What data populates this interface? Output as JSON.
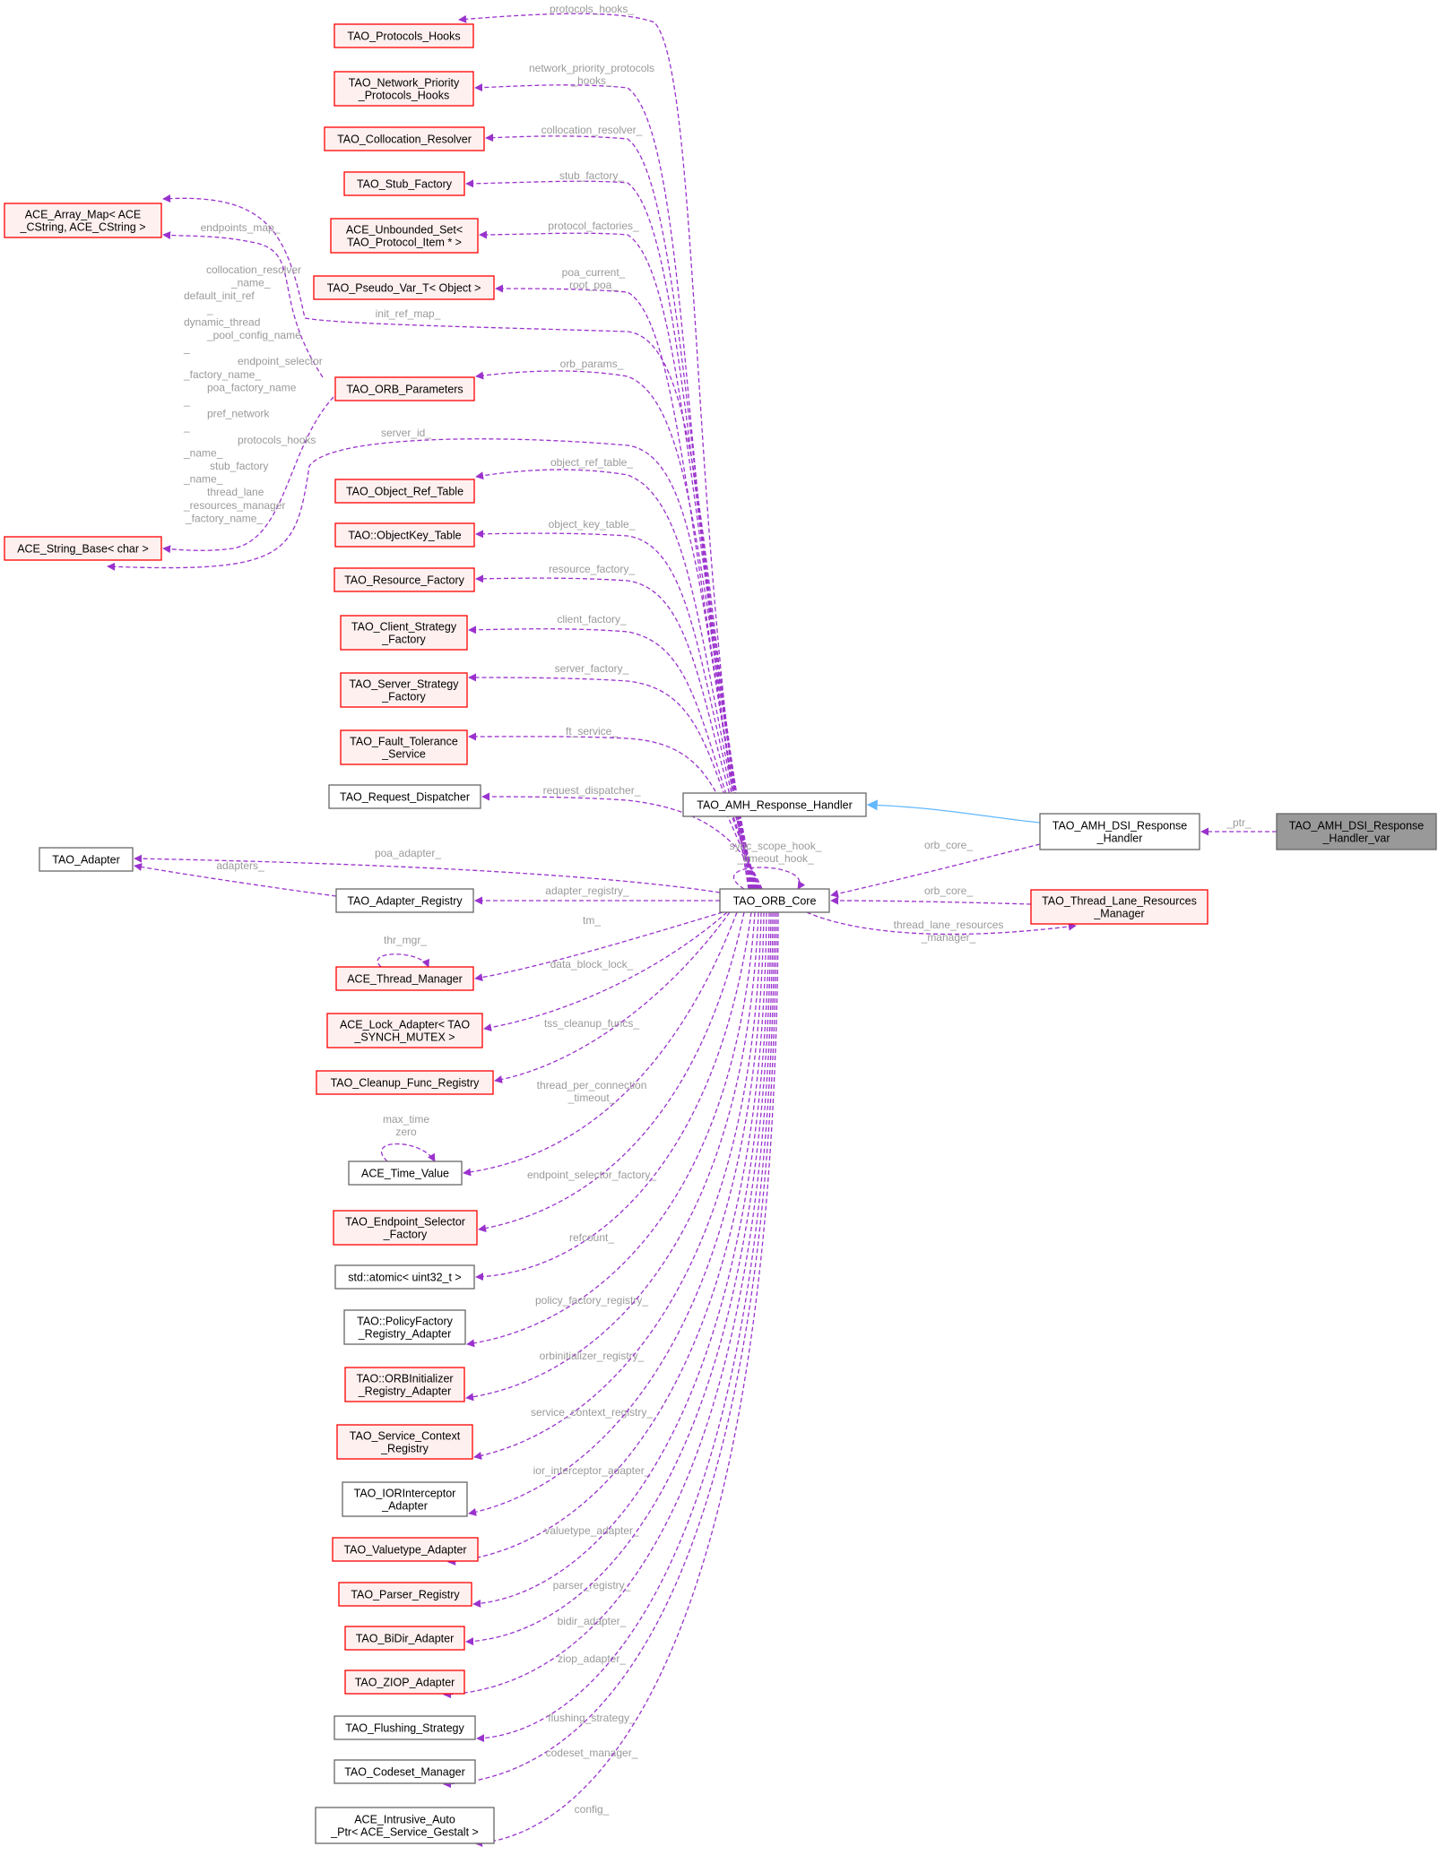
{
  "colors": {
    "member_edge": "#9a32cd",
    "inherit_edge": "#63b8ff",
    "edge_label": "#9a9a9a",
    "red_border": "#ff0000",
    "red_fill": "#fff0f0",
    "plain_border": "#666666",
    "plain_fill": "#ffffff",
    "focus_fill": "#999999",
    "focus_border": "#666666"
  },
  "nodes": [
    {
      "id": "protocols_hooks",
      "lines": [
        "TAO_Protocols_Hooks"
      ],
      "style": "red"
    },
    {
      "id": "network_priority",
      "lines": [
        "TAO_Network_Priority",
        "_Protocols_Hooks"
      ],
      "style": "red"
    },
    {
      "id": "collocation_resolver",
      "lines": [
        "TAO_Collocation_Resolver"
      ],
      "style": "red"
    },
    {
      "id": "stub_factory",
      "lines": [
        "TAO_Stub_Factory"
      ],
      "style": "red"
    },
    {
      "id": "unbounded_set",
      "lines": [
        "ACE_Unbounded_Set<",
        "TAO_Protocol_Item * >"
      ],
      "style": "red"
    },
    {
      "id": "pseudo_var",
      "lines": [
        "TAO_Pseudo_Var_T< Object >"
      ],
      "style": "red"
    },
    {
      "id": "array_map",
      "lines": [
        "ACE_Array_Map< ACE",
        "_CString, ACE_CString >"
      ],
      "style": "red"
    },
    {
      "id": "orb_parameters",
      "lines": [
        "TAO_ORB_Parameters"
      ],
      "style": "red"
    },
    {
      "id": "string_base",
      "lines": [
        "ACE_String_Base< char >"
      ],
      "style": "red"
    },
    {
      "id": "object_ref_table",
      "lines": [
        "TAO_Object_Ref_Table"
      ],
      "style": "red"
    },
    {
      "id": "objectkey_table",
      "lines": [
        "TAO::ObjectKey_Table"
      ],
      "style": "red"
    },
    {
      "id": "resource_factory",
      "lines": [
        "TAO_Resource_Factory"
      ],
      "style": "red"
    },
    {
      "id": "client_strategy",
      "lines": [
        "TAO_Client_Strategy",
        "_Factory"
      ],
      "style": "red"
    },
    {
      "id": "server_strategy",
      "lines": [
        "TAO_Server_Strategy",
        "_Factory"
      ],
      "style": "red"
    },
    {
      "id": "fault_tolerance",
      "lines": [
        "TAO_Fault_Tolerance",
        "_Service"
      ],
      "style": "red"
    },
    {
      "id": "request_dispatcher",
      "lines": [
        "TAO_Request_Dispatcher"
      ],
      "style": "plain"
    },
    {
      "id": "adapter",
      "lines": [
        "TAO_Adapter"
      ],
      "style": "plain"
    },
    {
      "id": "adapter_registry",
      "lines": [
        "TAO_Adapter_Registry"
      ],
      "style": "plain"
    },
    {
      "id": "thread_manager",
      "lines": [
        "ACE_Thread_Manager"
      ],
      "style": "red"
    },
    {
      "id": "lock_adapter",
      "lines": [
        "ACE_Lock_Adapter< TAO",
        "_SYNCH_MUTEX >"
      ],
      "style": "red"
    },
    {
      "id": "cleanup_func",
      "lines": [
        "TAO_Cleanup_Func_Registry"
      ],
      "style": "red"
    },
    {
      "id": "time_value",
      "lines": [
        "ACE_Time_Value"
      ],
      "style": "plain"
    },
    {
      "id": "endpoint_selector",
      "lines": [
        "TAO_Endpoint_Selector",
        "_Factory"
      ],
      "style": "red"
    },
    {
      "id": "atomic",
      "lines": [
        "std::atomic< uint32_t >"
      ],
      "style": "plain"
    },
    {
      "id": "policy_factory",
      "lines": [
        "TAO::PolicyFactory",
        "_Registry_Adapter"
      ],
      "style": "plain"
    },
    {
      "id": "orbinitializer",
      "lines": [
        "TAO::ORBInitializer",
        "_Registry_Adapter"
      ],
      "style": "red"
    },
    {
      "id": "service_context",
      "lines": [
        "TAO_Service_Context",
        "_Registry"
      ],
      "style": "red"
    },
    {
      "id": "ior_interceptor",
      "lines": [
        "TAO_IORInterceptor",
        "_Adapter"
      ],
      "style": "plain"
    },
    {
      "id": "valuetype_adapter",
      "lines": [
        "TAO_Valuetype_Adapter"
      ],
      "style": "red"
    },
    {
      "id": "parser_registry",
      "lines": [
        "TAO_Parser_Registry"
      ],
      "style": "red"
    },
    {
      "id": "bidir_adapter",
      "lines": [
        "TAO_BiDir_Adapter"
      ],
      "style": "red"
    },
    {
      "id": "ziop_adapter",
      "lines": [
        "TAO_ZIOP_Adapter"
      ],
      "style": "red"
    },
    {
      "id": "flushing_strategy",
      "lines": [
        "TAO_Flushing_Strategy"
      ],
      "style": "plain"
    },
    {
      "id": "codeset_manager",
      "lines": [
        "TAO_Codeset_Manager"
      ],
      "style": "plain"
    },
    {
      "id": "intrusive_auto",
      "lines": [
        "ACE_Intrusive_Auto",
        "_Ptr< ACE_Service_Gestalt >"
      ],
      "style": "plain"
    },
    {
      "id": "amh_response_handler",
      "lines": [
        "TAO_AMH_Response_Handler"
      ],
      "style": "plain"
    },
    {
      "id": "orb_core",
      "lines": [
        "TAO_ORB_Core"
      ],
      "style": "plain"
    },
    {
      "id": "amh_dsi_handler",
      "lines": [
        "TAO_AMH_DSI_Response",
        "_Handler"
      ],
      "style": "plain"
    },
    {
      "id": "thread_lane_manager",
      "lines": [
        "TAO_Thread_Lane_Resources",
        "_Manager"
      ],
      "style": "red"
    },
    {
      "id": "amh_dsi_var",
      "lines": [
        "TAO_AMH_DSI_Response",
        "_Handler_var"
      ],
      "style": "focus"
    }
  ],
  "edges": [
    {
      "id": "e_protocols_hooks",
      "from": "orb_core",
      "to": "protocols_hooks",
      "kind": "member",
      "label": [
        "protocols_hooks_"
      ]
    },
    {
      "id": "e_network_priority",
      "from": "orb_core",
      "to": "network_priority",
      "kind": "member",
      "label": [
        "network_priority_protocols",
        "_hooks_"
      ]
    },
    {
      "id": "e_collocation_resolver",
      "from": "orb_core",
      "to": "collocation_resolver",
      "kind": "member",
      "label": [
        "collocation_resolver_"
      ]
    },
    {
      "id": "e_stub_factory",
      "from": "orb_core",
      "to": "stub_factory",
      "kind": "member",
      "label": [
        "stub_factory_"
      ]
    },
    {
      "id": "e_unbounded_set",
      "from": "orb_core",
      "to": "unbounded_set",
      "kind": "member",
      "label": [
        "protocol_factories_"
      ]
    },
    {
      "id": "e_pseudo_var",
      "from": "orb_core",
      "to": "pseudo_var",
      "kind": "member",
      "label": [
        "poa_current_",
        "root_poa_"
      ]
    },
    {
      "id": "e_init_ref_map",
      "from": "orb_core",
      "to": "array_map",
      "kind": "member",
      "label": [
        "init_ref_map_"
      ]
    },
    {
      "id": "e_endpoints_map",
      "from": "orb_parameters",
      "to": "array_map",
      "kind": "member",
      "label": [
        "endpoints_map_"
      ]
    },
    {
      "id": "e_orb_params",
      "from": "orb_core",
      "to": "orb_parameters",
      "kind": "member",
      "label": [
        "orb_params_"
      ]
    },
    {
      "id": "e_param_strings",
      "from": "orb_parameters",
      "to": "string_base",
      "kind": "member",
      "label": [
        "collocation_resolver",
        "_name_",
        "default_init_ref",
        "_",
        "dynamic_thread",
        "_pool_config_name",
        "_",
        "endpoint_selector",
        "_factory_name_",
        "poa_factory_name",
        "_",
        "pref_network",
        "_",
        "protocols_hooks",
        "_name_",
        "stub_factory",
        "_name_",
        "thread_lane",
        "_resources_manager",
        "_factory_name_"
      ]
    },
    {
      "id": "e_server_id",
      "from": "orb_core",
      "to": "string_base",
      "kind": "member",
      "label": [
        "server_id_"
      ]
    },
    {
      "id": "e_object_ref_table",
      "from": "orb_core",
      "to": "object_ref_table",
      "kind": "member",
      "label": [
        "object_ref_table_"
      ]
    },
    {
      "id": "e_objectkey_table",
      "from": "orb_core",
      "to": "objectkey_table",
      "kind": "member",
      "label": [
        "object_key_table_"
      ]
    },
    {
      "id": "e_resource_factory",
      "from": "orb_core",
      "to": "resource_factory",
      "kind": "member",
      "label": [
        "resource_factory_"
      ]
    },
    {
      "id": "e_client_factory",
      "from": "orb_core",
      "to": "client_strategy",
      "kind": "member",
      "label": [
        "client_factory_"
      ]
    },
    {
      "id": "e_server_factory",
      "from": "orb_core",
      "to": "server_strategy",
      "kind": "member",
      "label": [
        "server_factory_"
      ]
    },
    {
      "id": "e_ft_service",
      "from": "orb_core",
      "to": "fault_tolerance",
      "kind": "member",
      "label": [
        "ft_service_"
      ]
    },
    {
      "id": "e_request_dispatcher",
      "from": "orb_core",
      "to": "request_dispatcher",
      "kind": "member",
      "label": [
        "request_dispatcher_"
      ]
    },
    {
      "id": "e_poa_adapter",
      "from": "orb_core",
      "to": "adapter",
      "kind": "member",
      "label": [
        "poa_adapter_"
      ]
    },
    {
      "id": "e_adapters",
      "from": "adapter_registry",
      "to": "adapter",
      "kind": "member",
      "label": [
        "adapters_"
      ]
    },
    {
      "id": "e_adapter_registry",
      "from": "orb_core",
      "to": "adapter_registry",
      "kind": "member",
      "label": [
        "adapter_registry_"
      ]
    },
    {
      "id": "e_tm",
      "from": "orb_core",
      "to": "thread_manager",
      "kind": "member",
      "label": [
        "tm_"
      ]
    },
    {
      "id": "e_thr_mgr",
      "from": "thread_manager",
      "to": "thread_manager",
      "kind": "member",
      "label": [
        "thr_mgr_"
      ]
    },
    {
      "id": "e_data_block_lock",
      "from": "orb_core",
      "to": "lock_adapter",
      "kind": "member",
      "label": [
        "data_block_lock_"
      ]
    },
    {
      "id": "e_tss_cleanup",
      "from": "orb_core",
      "to": "cleanup_func",
      "kind": "member",
      "label": [
        "tss_cleanup_funcs_"
      ]
    },
    {
      "id": "e_thread_per_conn",
      "from": "orb_core",
      "to": "time_value",
      "kind": "member",
      "label": [
        "thread_per_connection",
        "_timeout_"
      ]
    },
    {
      "id": "e_max_time",
      "from": "time_value",
      "to": "time_value",
      "kind": "member",
      "label": [
        "max_time",
        "zero"
      ]
    },
    {
      "id": "e_endpoint_selector",
      "from": "orb_core",
      "to": "endpoint_selector",
      "kind": "member",
      "label": [
        "endpoint_selector_factory_"
      ]
    },
    {
      "id": "e_refcount",
      "from": "orb_core",
      "to": "atomic",
      "kind": "member",
      "label": [
        "refcount_"
      ]
    },
    {
      "id": "e_policy_factory",
      "from": "orb_core",
      "to": "policy_factory",
      "kind": "member",
      "label": [
        "policy_factory_registry_"
      ]
    },
    {
      "id": "e_orbinitializer",
      "from": "orb_core",
      "to": "orbinitializer",
      "kind": "member",
      "label": [
        "orbinitializer_registry_"
      ]
    },
    {
      "id": "e_service_context",
      "from": "orb_core",
      "to": "service_context",
      "kind": "member",
      "label": [
        "service_context_registry_"
      ]
    },
    {
      "id": "e_ior_interceptor",
      "from": "orb_core",
      "to": "ior_interceptor",
      "kind": "member",
      "label": [
        "ior_interceptor_adapter_"
      ]
    },
    {
      "id": "e_valuetype",
      "from": "orb_core",
      "to": "valuetype_adapter",
      "kind": "member",
      "label": [
        "valuetype_adapter_"
      ]
    },
    {
      "id": "e_parser_registry",
      "from": "orb_core",
      "to": "parser_registry",
      "kind": "member",
      "label": [
        "parser_registry_"
      ]
    },
    {
      "id": "e_bidir",
      "from": "orb_core",
      "to": "bidir_adapter",
      "kind": "member",
      "label": [
        "bidir_adapter_"
      ]
    },
    {
      "id": "e_ziop",
      "from": "orb_core",
      "to": "ziop_adapter",
      "kind": "member",
      "label": [
        "ziop_adapter_"
      ]
    },
    {
      "id": "e_flushing",
      "from": "orb_core",
      "to": "flushing_strategy",
      "kind": "member",
      "label": [
        "flushing_strategy_"
      ]
    },
    {
      "id": "e_codeset",
      "from": "orb_core",
      "to": "codeset_manager",
      "kind": "member",
      "label": [
        "codeset_manager_"
      ]
    },
    {
      "id": "e_config",
      "from": "orb_core",
      "to": "intrusive_auto",
      "kind": "member",
      "label": [
        "config_"
      ]
    },
    {
      "id": "e_sync_scope",
      "from": "orb_core",
      "to": "orb_core",
      "kind": "member",
      "label": [
        "sync_scope_hook_",
        "_timeout_hook_"
      ]
    },
    {
      "id": "e_inherit",
      "from": "amh_dsi_handler",
      "to": "amh_response_handler",
      "kind": "inherit",
      "label": []
    },
    {
      "id": "e_orb_core_from_handler",
      "from": "amh_dsi_handler",
      "to": "orb_core",
      "kind": "member",
      "label": [
        "orb_core_"
      ]
    },
    {
      "id": "e_orb_core_from_lane",
      "from": "thread_lane_manager",
      "to": "orb_core",
      "kind": "member",
      "label": [
        "orb_core_"
      ]
    },
    {
      "id": "e_thread_lane",
      "from": "orb_core",
      "to": "thread_lane_manager",
      "kind": "member",
      "label": [
        "thread_lane_resources",
        "_manager_"
      ]
    },
    {
      "id": "e_ptr",
      "from": "amh_dsi_var",
      "to": "amh_dsi_handler",
      "kind": "member",
      "label": [
        "_ptr_"
      ]
    }
  ]
}
